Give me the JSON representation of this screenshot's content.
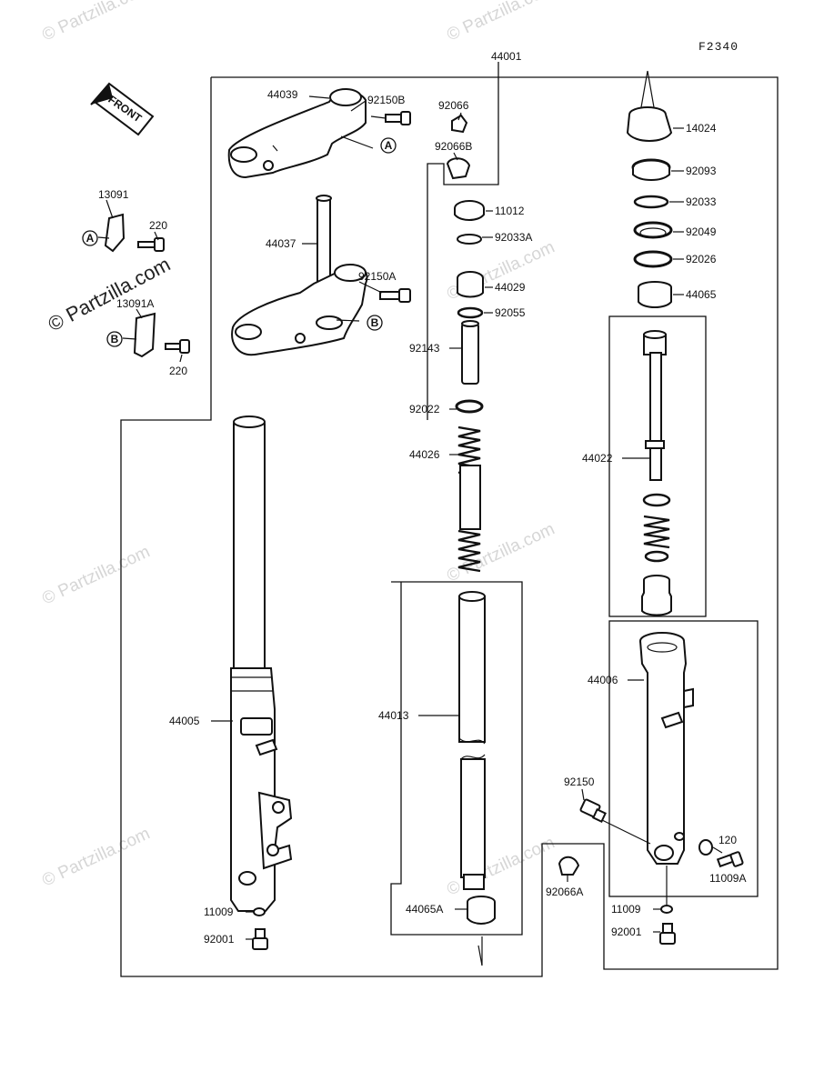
{
  "figure_code": "F2340",
  "watermark": "© Partzilla.com",
  "front_label": "FRONT",
  "callouts": {
    "a": "A",
    "b": "B"
  },
  "parts": {
    "p44001": "44001",
    "p44039": "44039",
    "p92150B": "92150B",
    "p92066": "92066",
    "p92066B": "92066B",
    "p44037": "44037",
    "p92150A": "92150A",
    "p13091": "13091",
    "p220a": "220",
    "p13091A": "13091A",
    "p220b": "220",
    "p11012": "11012",
    "p92033A": "92033A",
    "p44029": "44029",
    "p92055": "92055",
    "p92143": "92143",
    "p92022": "92022",
    "p44026": "44026",
    "p14024": "14024",
    "p92093": "92093",
    "p92033": "92033",
    "p92049": "92049",
    "p92026": "92026",
    "p44065": "44065",
    "p44022": "44022",
    "p44006": "44006",
    "p44005": "44005",
    "p44013": "44013",
    "p92150": "92150",
    "p92066A": "92066A",
    "p120": "120",
    "p11009A": "11009A",
    "p11009a": "11009",
    "p92001a": "92001",
    "p11009b": "11009",
    "p92001b": "92001",
    "p44065A": "44065A"
  }
}
